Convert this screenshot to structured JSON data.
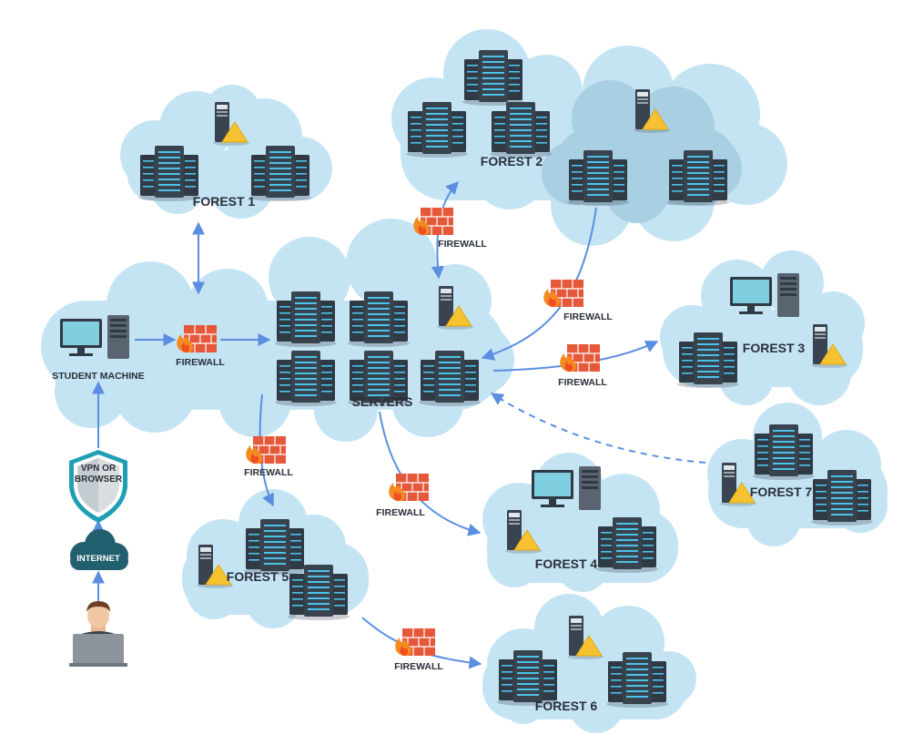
{
  "labels": {
    "forest1": "FOREST 1",
    "forest2": "FOREST 2",
    "forest3": "FOREST 3",
    "forest4": "FOREST 4",
    "forest5": "FOREST 5",
    "forest6": "FOREST 6",
    "forest7": "FOREST 7",
    "servers": "SERVERS",
    "student_machine": "STUDENT MACHINE",
    "firewall": "FIREWALL",
    "vpn_line1": "VPN OR",
    "vpn_line2": "BROWSER",
    "internet": "INTERNET"
  },
  "colors": {
    "cloud": "#c4e4f4",
    "cloud_inner": "#a9cfe2",
    "arrow": "#5b8ee0",
    "brick": "#e5583a",
    "flame": "#f58a1f",
    "server_dark": "#2f3a44",
    "server_light": "#4ec1e9",
    "warning": "#f6c231",
    "shield": "#1f9fb3",
    "internet_cloud": "#23606f"
  }
}
